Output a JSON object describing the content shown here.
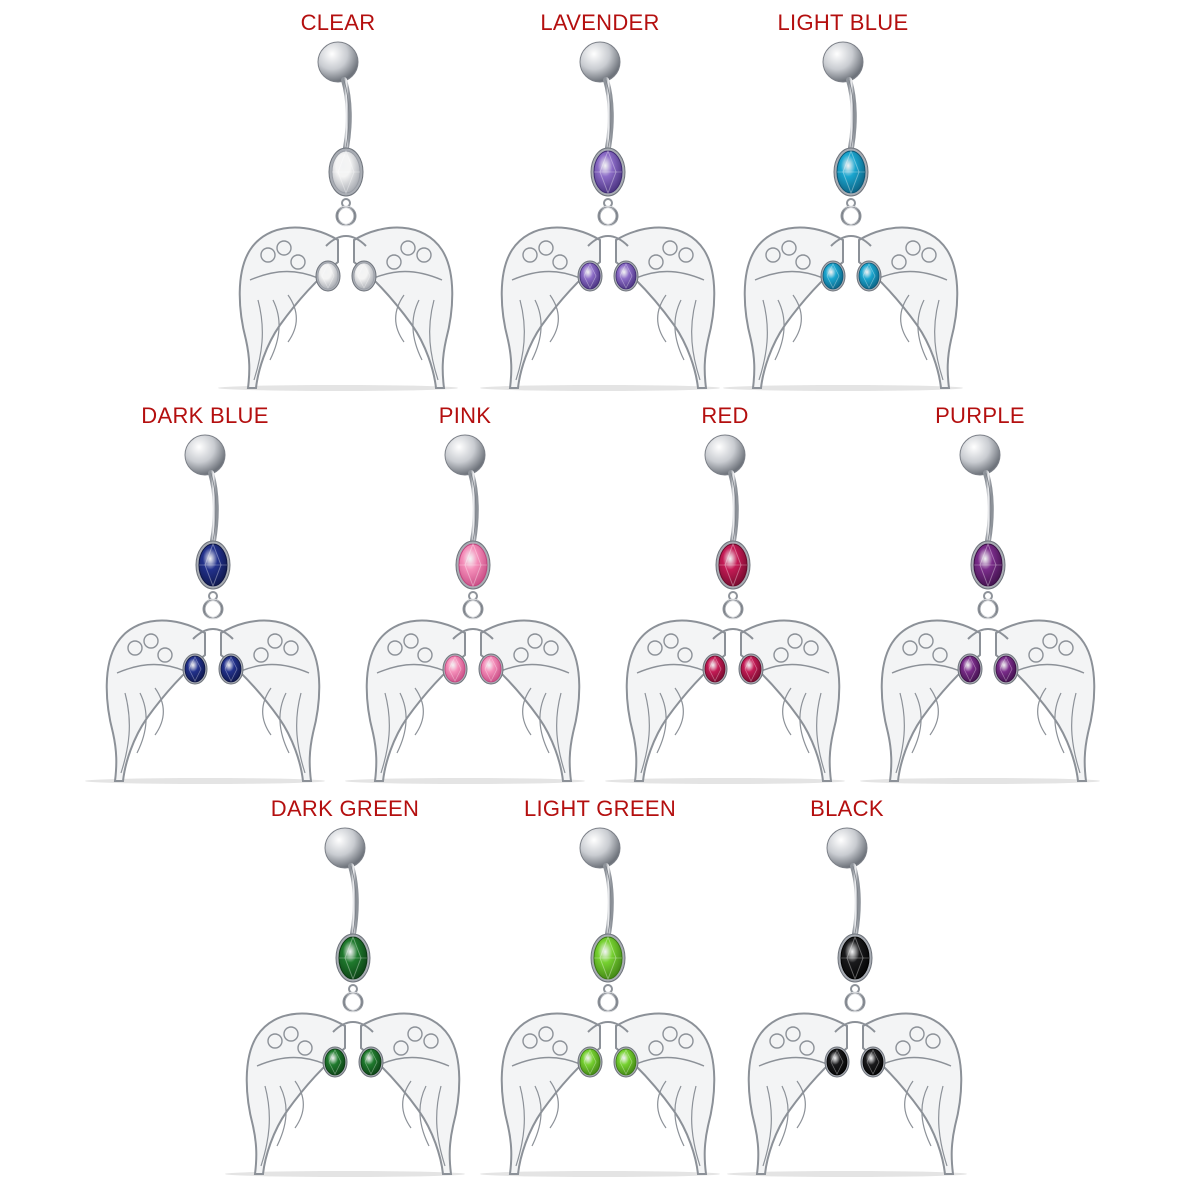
{
  "label_color": "#b40f0f",
  "variants": [
    {
      "label": "CLEAR",
      "gem_color": "#f4f4f4",
      "gem_shade": "#9a9ea6"
    },
    {
      "label": "LAVENDER",
      "gem_color": "#8c6cc7",
      "gem_shade": "#3f2a74"
    },
    {
      "label": "LIGHT BLUE",
      "gem_color": "#1aa6cf",
      "gem_shade": "#0b5878"
    },
    {
      "label": "DARK BLUE",
      "gem_color": "#22318c",
      "gem_shade": "#0d1544"
    },
    {
      "label": "PINK",
      "gem_color": "#f58fba",
      "gem_shade": "#c2447e"
    },
    {
      "label": "RED",
      "gem_color": "#c41b55",
      "gem_shade": "#6b0a2a"
    },
    {
      "label": "PURPLE",
      "gem_color": "#7a2c8a",
      "gem_shade": "#3a0f45"
    },
    {
      "label": "DARK GREEN",
      "gem_color": "#1f7a2d",
      "gem_shade": "#0b3a13"
    },
    {
      "label": "LIGHT GREEN",
      "gem_color": "#76d130",
      "gem_shade": "#3b7a12"
    },
    {
      "label": "BLACK",
      "gem_color": "#1a1a1c",
      "gem_shade": "#000000"
    }
  ]
}
